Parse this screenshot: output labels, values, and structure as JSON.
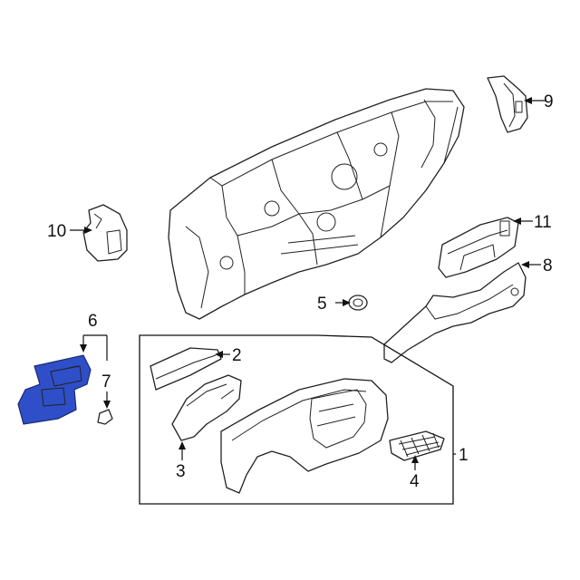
{
  "diagram": {
    "highlight_color": "#2e4fc7",
    "callouts": [
      {
        "id": "1",
        "text": "1"
      },
      {
        "id": "2",
        "text": "2"
      },
      {
        "id": "3",
        "text": "3"
      },
      {
        "id": "4",
        "text": "4"
      },
      {
        "id": "5",
        "text": "5"
      },
      {
        "id": "6",
        "text": "6"
      },
      {
        "id": "7",
        "text": "7"
      },
      {
        "id": "8",
        "text": "8"
      },
      {
        "id": "9",
        "text": "9"
      },
      {
        "id": "10",
        "text": "10"
      },
      {
        "id": "11",
        "text": "11"
      }
    ]
  }
}
